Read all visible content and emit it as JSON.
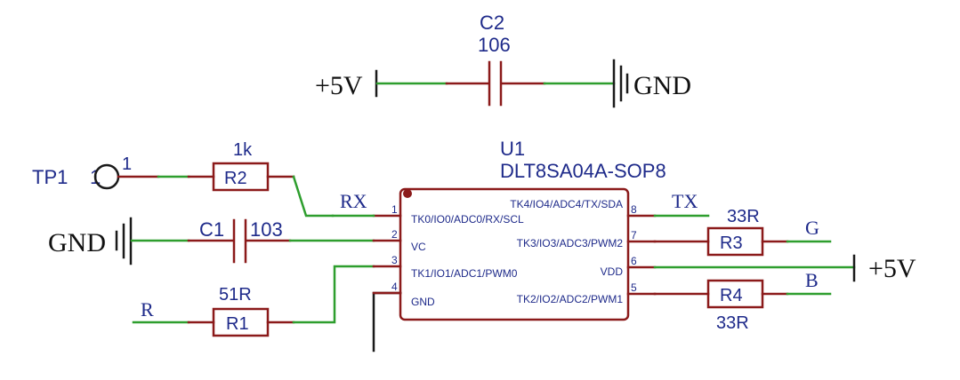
{
  "colors": {
    "wire_green": "#2e9e2e",
    "component_red": "#8b1a1a",
    "label_blue": "#1e2a8a",
    "power_black": "#111111"
  },
  "c2": {
    "ref": "C2",
    "value": "106"
  },
  "c1": {
    "ref": "C1",
    "value": "103"
  },
  "r1": {
    "ref": "R1",
    "value": "51R"
  },
  "r2": {
    "ref": "R2",
    "value": "1k"
  },
  "r3": {
    "ref": "R3",
    "value": "33R"
  },
  "r4": {
    "ref": "R4",
    "value": "33R"
  },
  "tp1": {
    "ref": "TP1",
    "pin": "1",
    "pin_label": "1"
  },
  "u1": {
    "ref": "U1",
    "part": "DLT8SA04A-SOP8",
    "pins": {
      "p1": {
        "num": "1",
        "name": "TK0/IO0/ADC0/RX/SCL"
      },
      "p2": {
        "num": "2",
        "name": "VC"
      },
      "p3": {
        "num": "3",
        "name": "TK1/IO1/ADC1/PWM0"
      },
      "p4": {
        "num": "4",
        "name": "GND"
      },
      "p5": {
        "num": "5",
        "name": "TK2/IO2/ADC2/PWM1"
      },
      "p6": {
        "num": "6",
        "name": "VDD"
      },
      "p7": {
        "num": "7",
        "name": "TK3/IO3/ADC3/PWM2"
      },
      "p8": {
        "num": "8",
        "name": "TK4/IO4/ADC4/TX/SDA"
      }
    }
  },
  "nets": {
    "rx": "RX",
    "tx": "TX",
    "g": "G",
    "b": "B",
    "r": "R"
  },
  "power": {
    "top_left": "+5V",
    "top_right": "GND",
    "left_gnd": "GND",
    "right_vdd": "+5V"
  },
  "icons": [
    "ground-symbol-icon",
    "power-bar-icon",
    "test-point-icon",
    "pin1-dot-icon"
  ]
}
